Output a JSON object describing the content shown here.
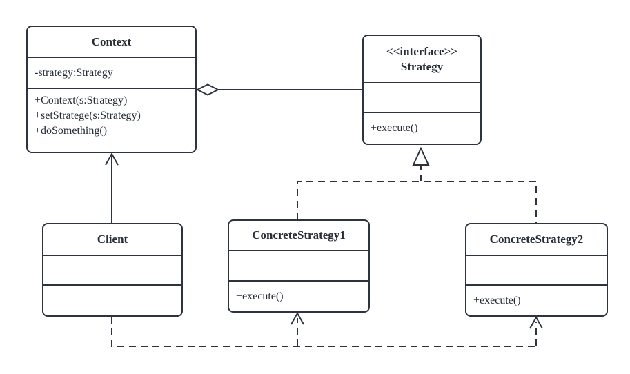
{
  "colors": {
    "line": "#2d3440",
    "text": "#262c36",
    "background": "#ffffff"
  },
  "classes": {
    "context": {
      "name": "Context",
      "attributes": [
        "-strategy:Strategy"
      ],
      "methods": [
        "+Context(s:Strategy)",
        "+setStratege(s:Strategy)",
        "+doSomething()"
      ]
    },
    "strategy": {
      "stereotype": "<<interface>>",
      "name": "Strategy",
      "attributes": [],
      "methods": [
        "+execute()"
      ]
    },
    "client": {
      "name": "Client",
      "attributes": [],
      "methods": []
    },
    "concrete_strategy_1": {
      "name": "ConcreteStrategy1",
      "attributes": [],
      "methods": [
        "+execute()"
      ]
    },
    "concrete_strategy_2": {
      "name": "ConcreteStrategy2",
      "attributes": [],
      "methods": [
        "+execute()"
      ]
    }
  },
  "relationships": [
    {
      "type": "aggregation",
      "from": "Context",
      "to": "Strategy"
    },
    {
      "type": "association-arrow",
      "from": "Client",
      "to": "Context"
    },
    {
      "type": "realization-dashed",
      "from": "ConcreteStrategy1",
      "to": "Strategy"
    },
    {
      "type": "realization-dashed",
      "from": "ConcreteStrategy2",
      "to": "Strategy"
    },
    {
      "type": "dependency-dashed",
      "from": "Client",
      "to": "ConcreteStrategy1"
    },
    {
      "type": "dependency-dashed",
      "from": "Client",
      "to": "ConcreteStrategy2"
    }
  ]
}
